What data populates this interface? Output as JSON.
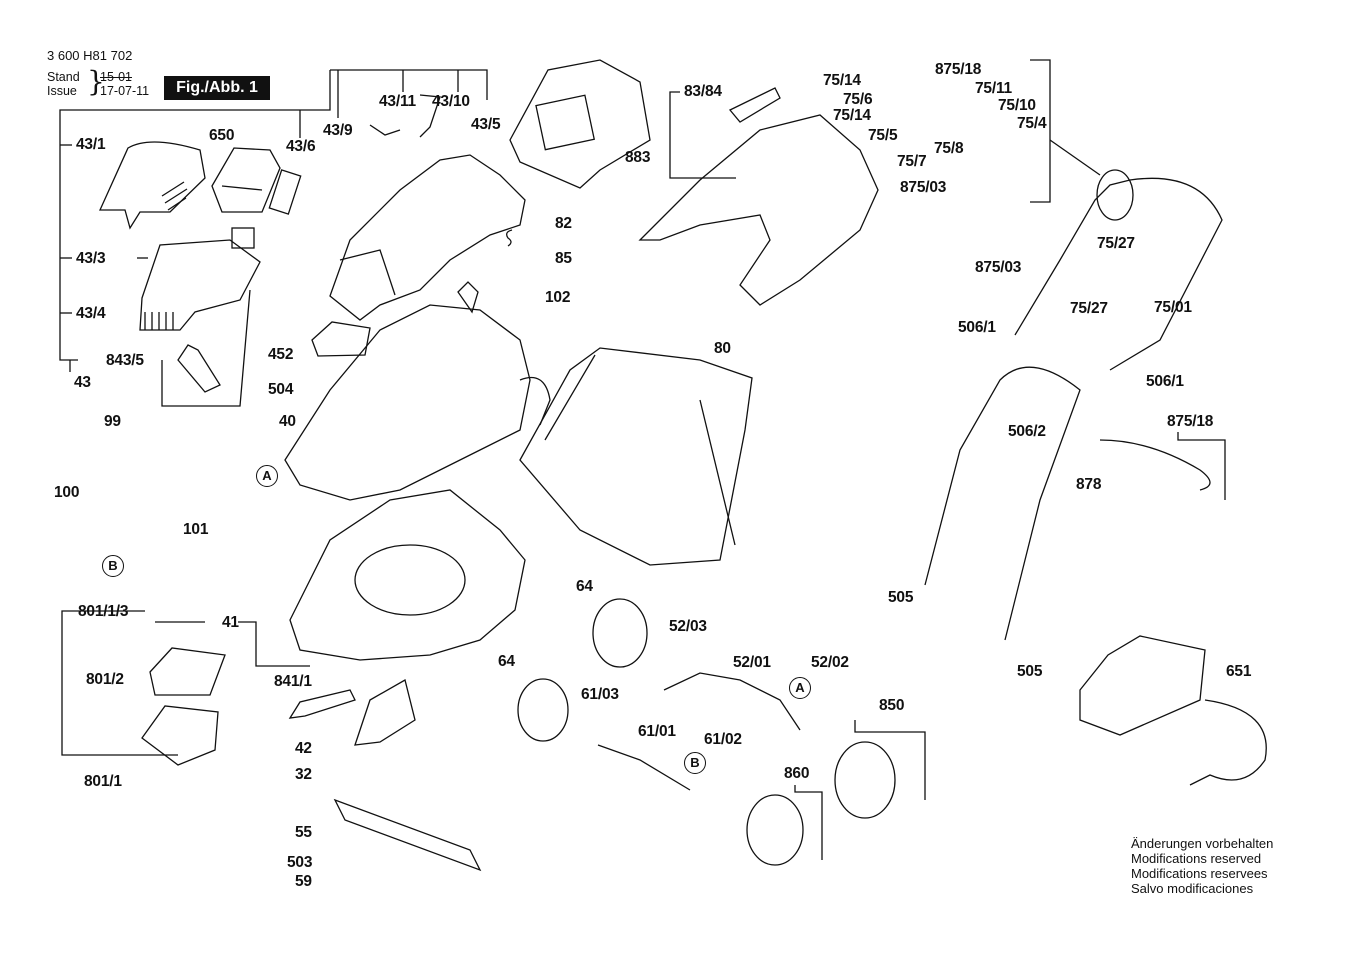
{
  "header": {
    "doc_number": "3 600 H81 702",
    "stand_label": "Stand",
    "issue_label": "Issue",
    "stand_old": "15-01",
    "issue_date": "17-07-11",
    "figure_label": "Fig./Abb. 1"
  },
  "parts": {
    "p43_1": "43/1",
    "p650": "650",
    "p43_6": "43/6",
    "p43_9": "43/9",
    "p43_11": "43/11",
    "p43_10": "43/10",
    "p43_5": "43/5",
    "p43_3": "43/3",
    "p43_4": "43/4",
    "p843_5": "843/5",
    "p43": "43",
    "p82": "82",
    "p85": "85",
    "p102": "102",
    "p452": "452",
    "p504": "504",
    "p40": "40",
    "p99": "99",
    "p100": "100",
    "p101": "101",
    "p83_84": "83/84",
    "p883": "883",
    "p80": "80",
    "p75_14a": "75/14",
    "p75_6": "75/6",
    "p75_14b": "75/14",
    "p75_5": "75/5",
    "p875_18a": "875/18",
    "p75_11": "75/11",
    "p75_10": "75/10",
    "p75_4": "75/4",
    "p75_8": "75/8",
    "p75_7": "75/7",
    "p875_03a": "875/03",
    "p75_27a": "75/27",
    "p875_03b": "875/03",
    "p506_1a": "506/1",
    "p75_27b": "75/27",
    "p75_01": "75/01",
    "p506_1b": "506/1",
    "p506_2": "506/2",
    "p875_18b": "875/18",
    "p878": "878",
    "p505a": "505",
    "p505b": "505",
    "p651": "651",
    "p801_1_3": "801/1/3",
    "p41": "41",
    "p801_2": "801/2",
    "p841_1": "841/1",
    "p801_1": "801/1",
    "p42": "42",
    "p32": "32",
    "p55": "55",
    "p503": "503",
    "p59": "59",
    "p64a": "64",
    "p52_03": "52/03",
    "p52_01": "52/01",
    "p52_02": "52/02",
    "p64b": "64",
    "p61_03": "61/03",
    "p61_01": "61/01",
    "p61_02": "61/02",
    "p850": "850",
    "p860": "860"
  },
  "callouts": {
    "a1": "A",
    "b1": "B",
    "a2": "A",
    "b2": "B"
  },
  "notes": [
    "Änderungen vorbehalten",
    "Modifications reserved",
    "Modifications reservees",
    "Salvo modificaciones"
  ]
}
